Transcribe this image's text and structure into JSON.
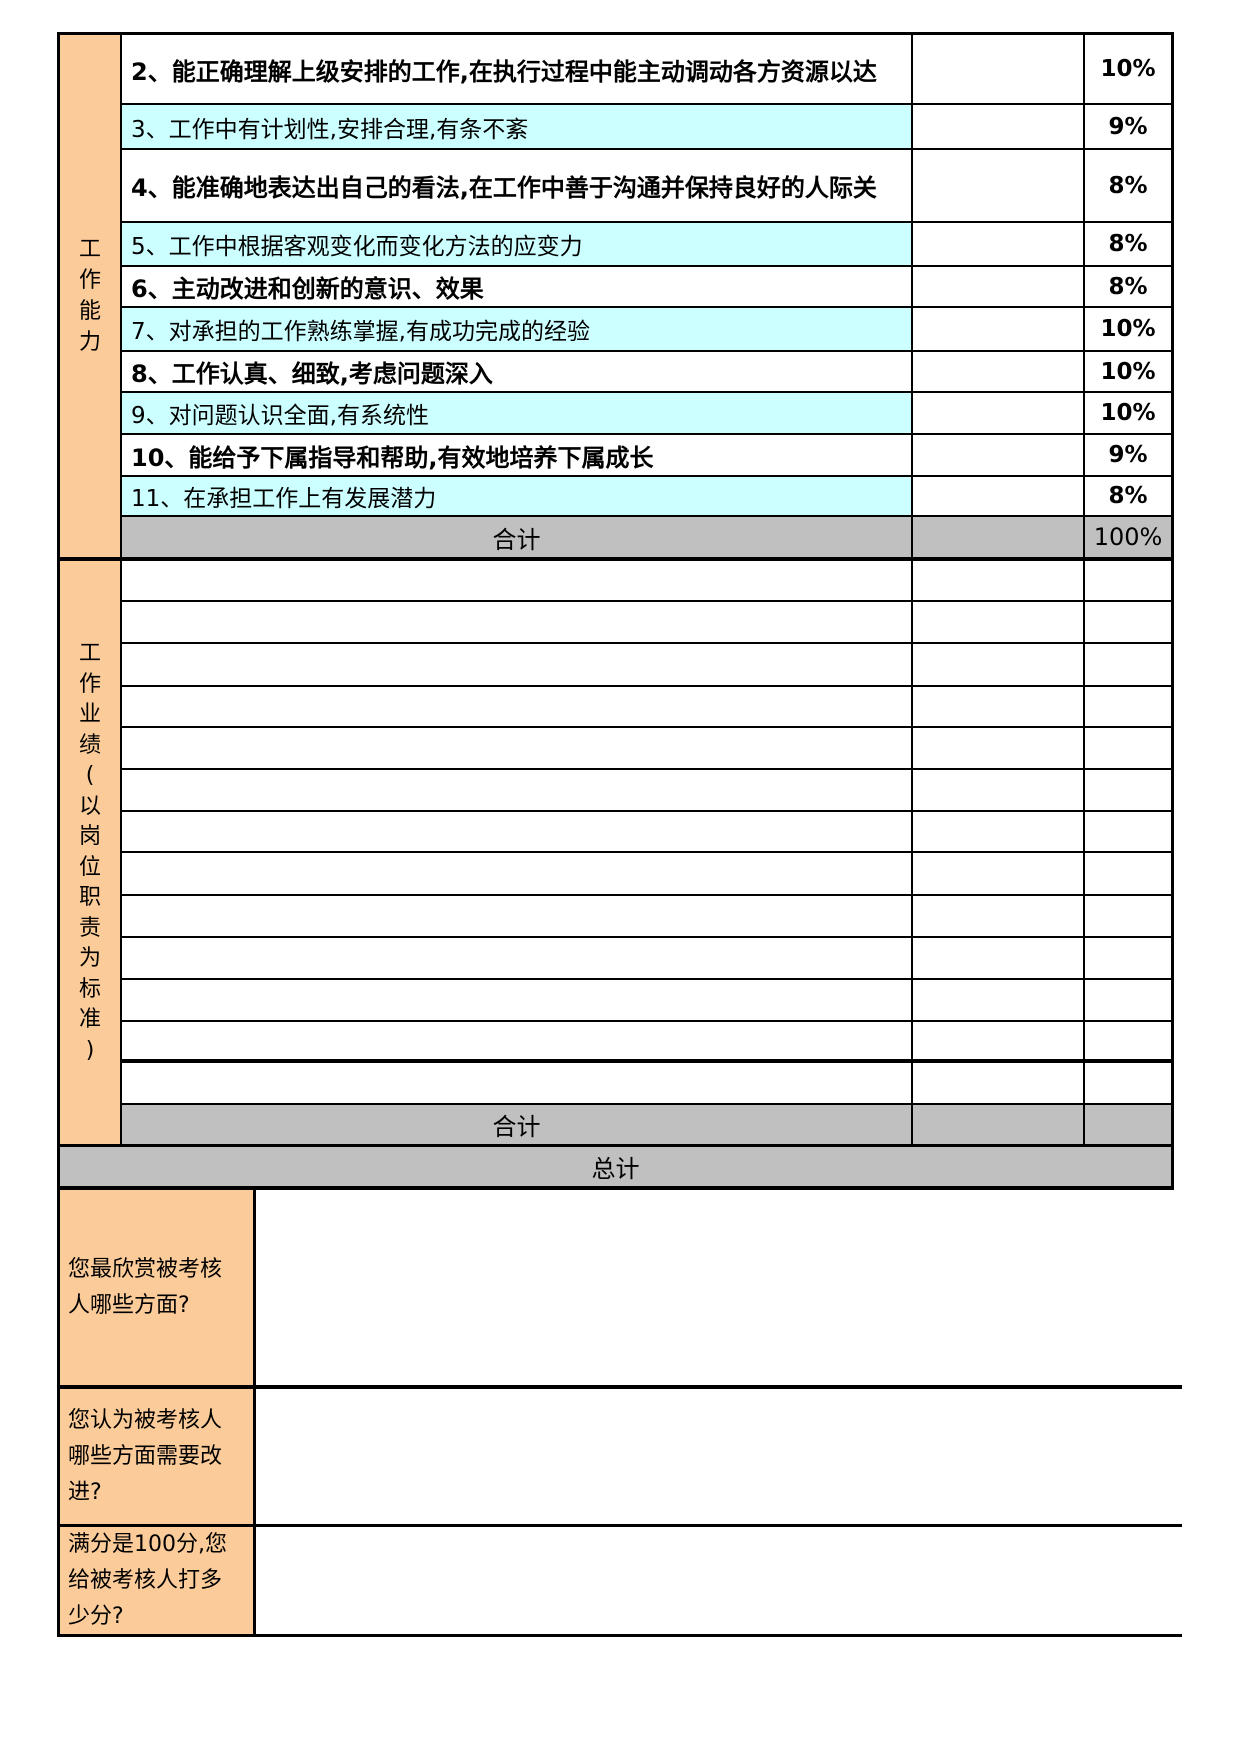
{
  "colors": {
    "sidebar_orange": "#FBCC99",
    "row_cyan": "#CCFFFF",
    "total_gray": "#C0C0C0",
    "border_black": "#000000"
  },
  "ability": {
    "sidebar_label": "工作能力",
    "rows": [
      {
        "text": "2、能正确理解上级安排的工作,在执行过程中能主动调动各方资源以达",
        "weight": "10%"
      },
      {
        "text": "3、工作中有计划性,安排合理,有条不紊",
        "weight": "9%"
      },
      {
        "text": "4、能准确地表达出自己的看法,在工作中善于沟通并保持良好的人际关",
        "weight": "8%"
      },
      {
        "text": "5、工作中根据客观变化而变化方法的应变力",
        "weight": "8%"
      },
      {
        "text": "6、主动改进和创新的意识、效果",
        "weight": "8%"
      },
      {
        "text": "7、对承担的工作熟练掌握,有成功完成的经验",
        "weight": "10%"
      },
      {
        "text": "8、工作认真、细致,考虑问题深入",
        "weight": "10%"
      },
      {
        "text": "9、对问题认识全面,有系统性",
        "weight": "10%"
      },
      {
        "text": "10、能给予下属指导和帮助,有效地培养下属成长",
        "weight": "9%"
      },
      {
        "text": "11、在承担工作上有发展潜力",
        "weight": "8%"
      }
    ],
    "total_label": "合计",
    "total_weight": "100%"
  },
  "performance": {
    "sidebar_label": "工作业绩(以岗位职责为标准)",
    "empty_row_count": 13,
    "total_label": "合计"
  },
  "grand_total_label": "总计",
  "questions": [
    {
      "label": "您最欣赏被考核人哪些方面?"
    },
    {
      "label": "您认为被考核人哪些方面需要改进?"
    },
    {
      "label": "满分是100分,您给被考核人打多少分?"
    }
  ]
}
